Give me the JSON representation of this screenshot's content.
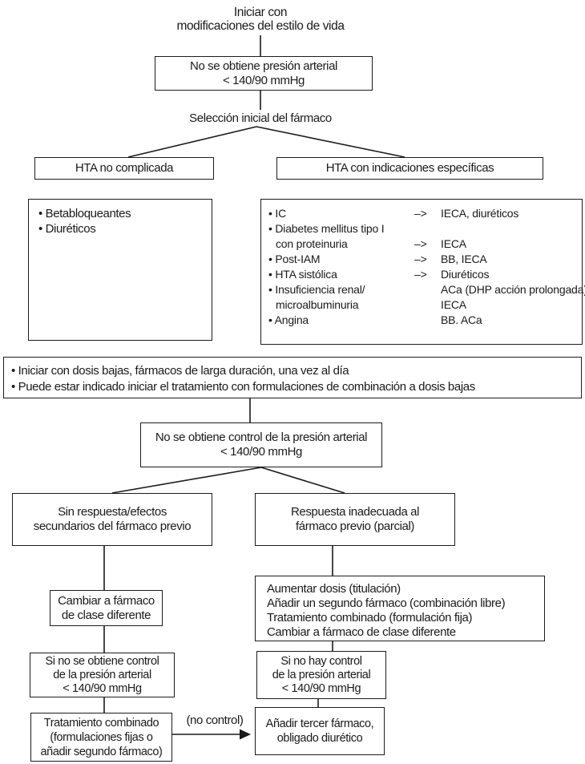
{
  "diagram": {
    "colors": {
      "ink": "#1a1a1a",
      "background": "#ffffff"
    },
    "start_label": "Iniciar con\nmodificaciones del estilo de vida",
    "bp_initial_label": "No se obtiene presión arterial\n< 140/90 mmHg",
    "selection_label": "Selección inicial del fármaco",
    "hta_simple": {
      "header": "HTA no complicada",
      "items": [
        "• Betabloqueantes",
        "• Diuréticos"
      ]
    },
    "hta_specific": {
      "header": "HTA con indicaciones específicas",
      "rows": [
        {
          "label": "• IC",
          "arrow": "–>",
          "value": "IECA, diuréticos"
        },
        {
          "label": "• Diabetes mellitus tipo I",
          "arrow": "",
          "value": ""
        },
        {
          "label": "con proteinuria",
          "arrow": "–>",
          "value": "IECA"
        },
        {
          "label": "• Post-IAM",
          "arrow": "–>",
          "value": "BB, IECA"
        },
        {
          "label": "• HTA sistólica",
          "arrow": "–>",
          "value": "Diuréticos"
        },
        {
          "label": "• Insuficiencia renal/",
          "arrow": "",
          "value": "ACa (DHP acción prolongada)"
        },
        {
          "label": "microalbuminuria",
          "arrow": "",
          "value": "IECA"
        },
        {
          "label": "• Angina",
          "arrow": "",
          "value": "BB. ACa"
        }
      ]
    },
    "guidance_items": [
      "• Iniciar con dosis bajas, fármacos de larga duración, una vez al día",
      "• Puede estar indicado iniciar el tratamiento con formulaciones de combinación a dosis bajas"
    ],
    "bp_control_label": "No se obtiene control de la presión arterial\n< 140/90 mmHg",
    "no_response_label": "Sin respuesta/efectos\nsecundarios del fármaco previo",
    "partial_response_label": "Respuesta inadecuada al\nfármaco previo (parcial)",
    "change_class_label": "Cambiar a fármaco\nde clase diferente",
    "escalation_items": [
      "Aumentar dosis (titulación)",
      "Añadir un segundo fármaco (combinación libre)",
      "Tratamiento combinado (formulación fija)",
      "Cambiar a fármaco de clase diferente"
    ],
    "no_control_left_label": "Si no se obtiene control\nde la presión arterial\n< 140/90 mmHg",
    "no_control_right_label": "Si no hay control\nde la presión arterial\n< 140/90 mmHg",
    "combined_label": "Tratamiento combinado\n(formulaciones fijas o\nañadir segundo fármaco)",
    "arrow_label": "(no control)",
    "third_drug_label": "Añadir tercer fármaco,\nobligado diurético"
  }
}
